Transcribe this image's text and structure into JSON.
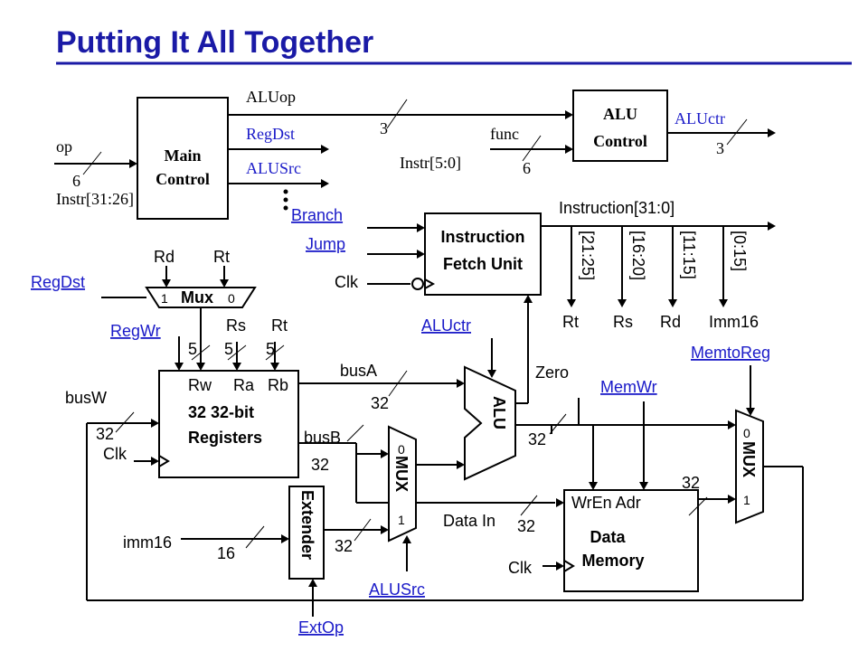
{
  "title": "Putting It All Together",
  "main_control": {
    "line1": "Main",
    "line2": "Control"
  },
  "alu_control": {
    "line1": "ALU",
    "line2": "Control"
  },
  "signals": {
    "op": "op",
    "op_width": "6",
    "instr_31_26": "Instr[31:26]",
    "aluop": "ALUop",
    "aluop_width": "3",
    "regdst_ctl": "RegDst",
    "alusrc_ctl": "ALUSrc",
    "func": "func",
    "func_width": "6",
    "instr_5_0": "Instr[5:0]",
    "aluctr_out": "ALUctr",
    "aluctr_width": "3"
  },
  "ifu": {
    "line1": "Instruction",
    "line2": "Fetch Unit",
    "branch": "Branch",
    "jump": "Jump",
    "clk": "Clk",
    "instruction": "Instruction[31:0]",
    "fields": [
      "[21:25]",
      "[16:20]",
      "[11:15]",
      "[0:15]"
    ],
    "outputs": [
      "Rt",
      "Rs",
      "Rd",
      "Imm16"
    ]
  },
  "regdst_mux": {
    "rd": "Rd",
    "rt": "Rt",
    "label": "Mux",
    "in1": "1",
    "in0": "0",
    "control": "RegDst"
  },
  "regfile": {
    "regwr": "RegWr",
    "rs": "Rs",
    "rt": "Rt",
    "widths": [
      "5",
      "5",
      "5"
    ],
    "rw": "Rw",
    "ra": "Ra",
    "rb": "Rb",
    "line1": "32 32-bit",
    "line2": "Registers",
    "busw": "busW",
    "busw_width": "32",
    "clk": "Clk",
    "busa": "busA",
    "busa_width": "32",
    "busb": "busB",
    "busb_width": "32"
  },
  "extender": {
    "label": "Extender",
    "imm16": "imm16",
    "imm_width": "16",
    "out_width": "32",
    "control": "ExtOp"
  },
  "alusrc_mux": {
    "label": "MUX",
    "in0": "0",
    "in1": "1",
    "control": "ALUSrc"
  },
  "alu": {
    "label": "ALU",
    "control": "ALUctr",
    "zero": "Zero",
    "out_width": "32"
  },
  "data_memory": {
    "wren_adr": "WrEn Adr",
    "line1": "Data",
    "line2": "Memory",
    "data_in": "Data In",
    "data_in_width": "32",
    "clk": "Clk",
    "memwr": "MemWr"
  },
  "memtoreg_mux": {
    "label": "MUX",
    "in0": "0",
    "in1": "1",
    "control": "MemtoReg",
    "in_width": "32"
  }
}
